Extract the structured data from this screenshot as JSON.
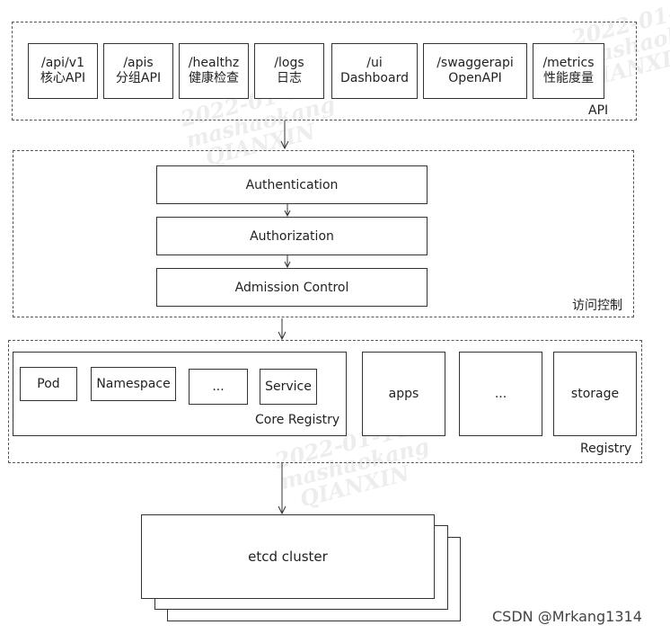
{
  "api_section": {
    "label": "API",
    "items": [
      {
        "line1": "/api/v1",
        "line2": "核心API"
      },
      {
        "line1": "/apis",
        "line2": "分组API"
      },
      {
        "line1": "/healthz",
        "line2": "健康检查"
      },
      {
        "line1": "/logs",
        "line2": "日志"
      },
      {
        "line1": "/ui",
        "line2": "Dashboard"
      },
      {
        "line1": "/swaggerapi",
        "line2": "OpenAPI"
      },
      {
        "line1": "/metrics",
        "line2": "性能度量"
      }
    ]
  },
  "access_control": {
    "label": "访问控制",
    "steps": [
      "Authentication",
      "Authorization",
      "Admission Control"
    ]
  },
  "registry": {
    "label": "Registry",
    "core": {
      "label": "Core Registry",
      "items": [
        "Pod",
        "Namespace",
        "...",
        "Service"
      ]
    },
    "groups": [
      "apps",
      "...",
      "storage"
    ]
  },
  "etcd": {
    "label": "etcd cluster"
  },
  "watermark": {
    "date": "2022-01-11",
    "user": "mashaokang",
    "org": "QIANXIN"
  },
  "footer": {
    "credit": "CSDN @Mrkang1314"
  }
}
